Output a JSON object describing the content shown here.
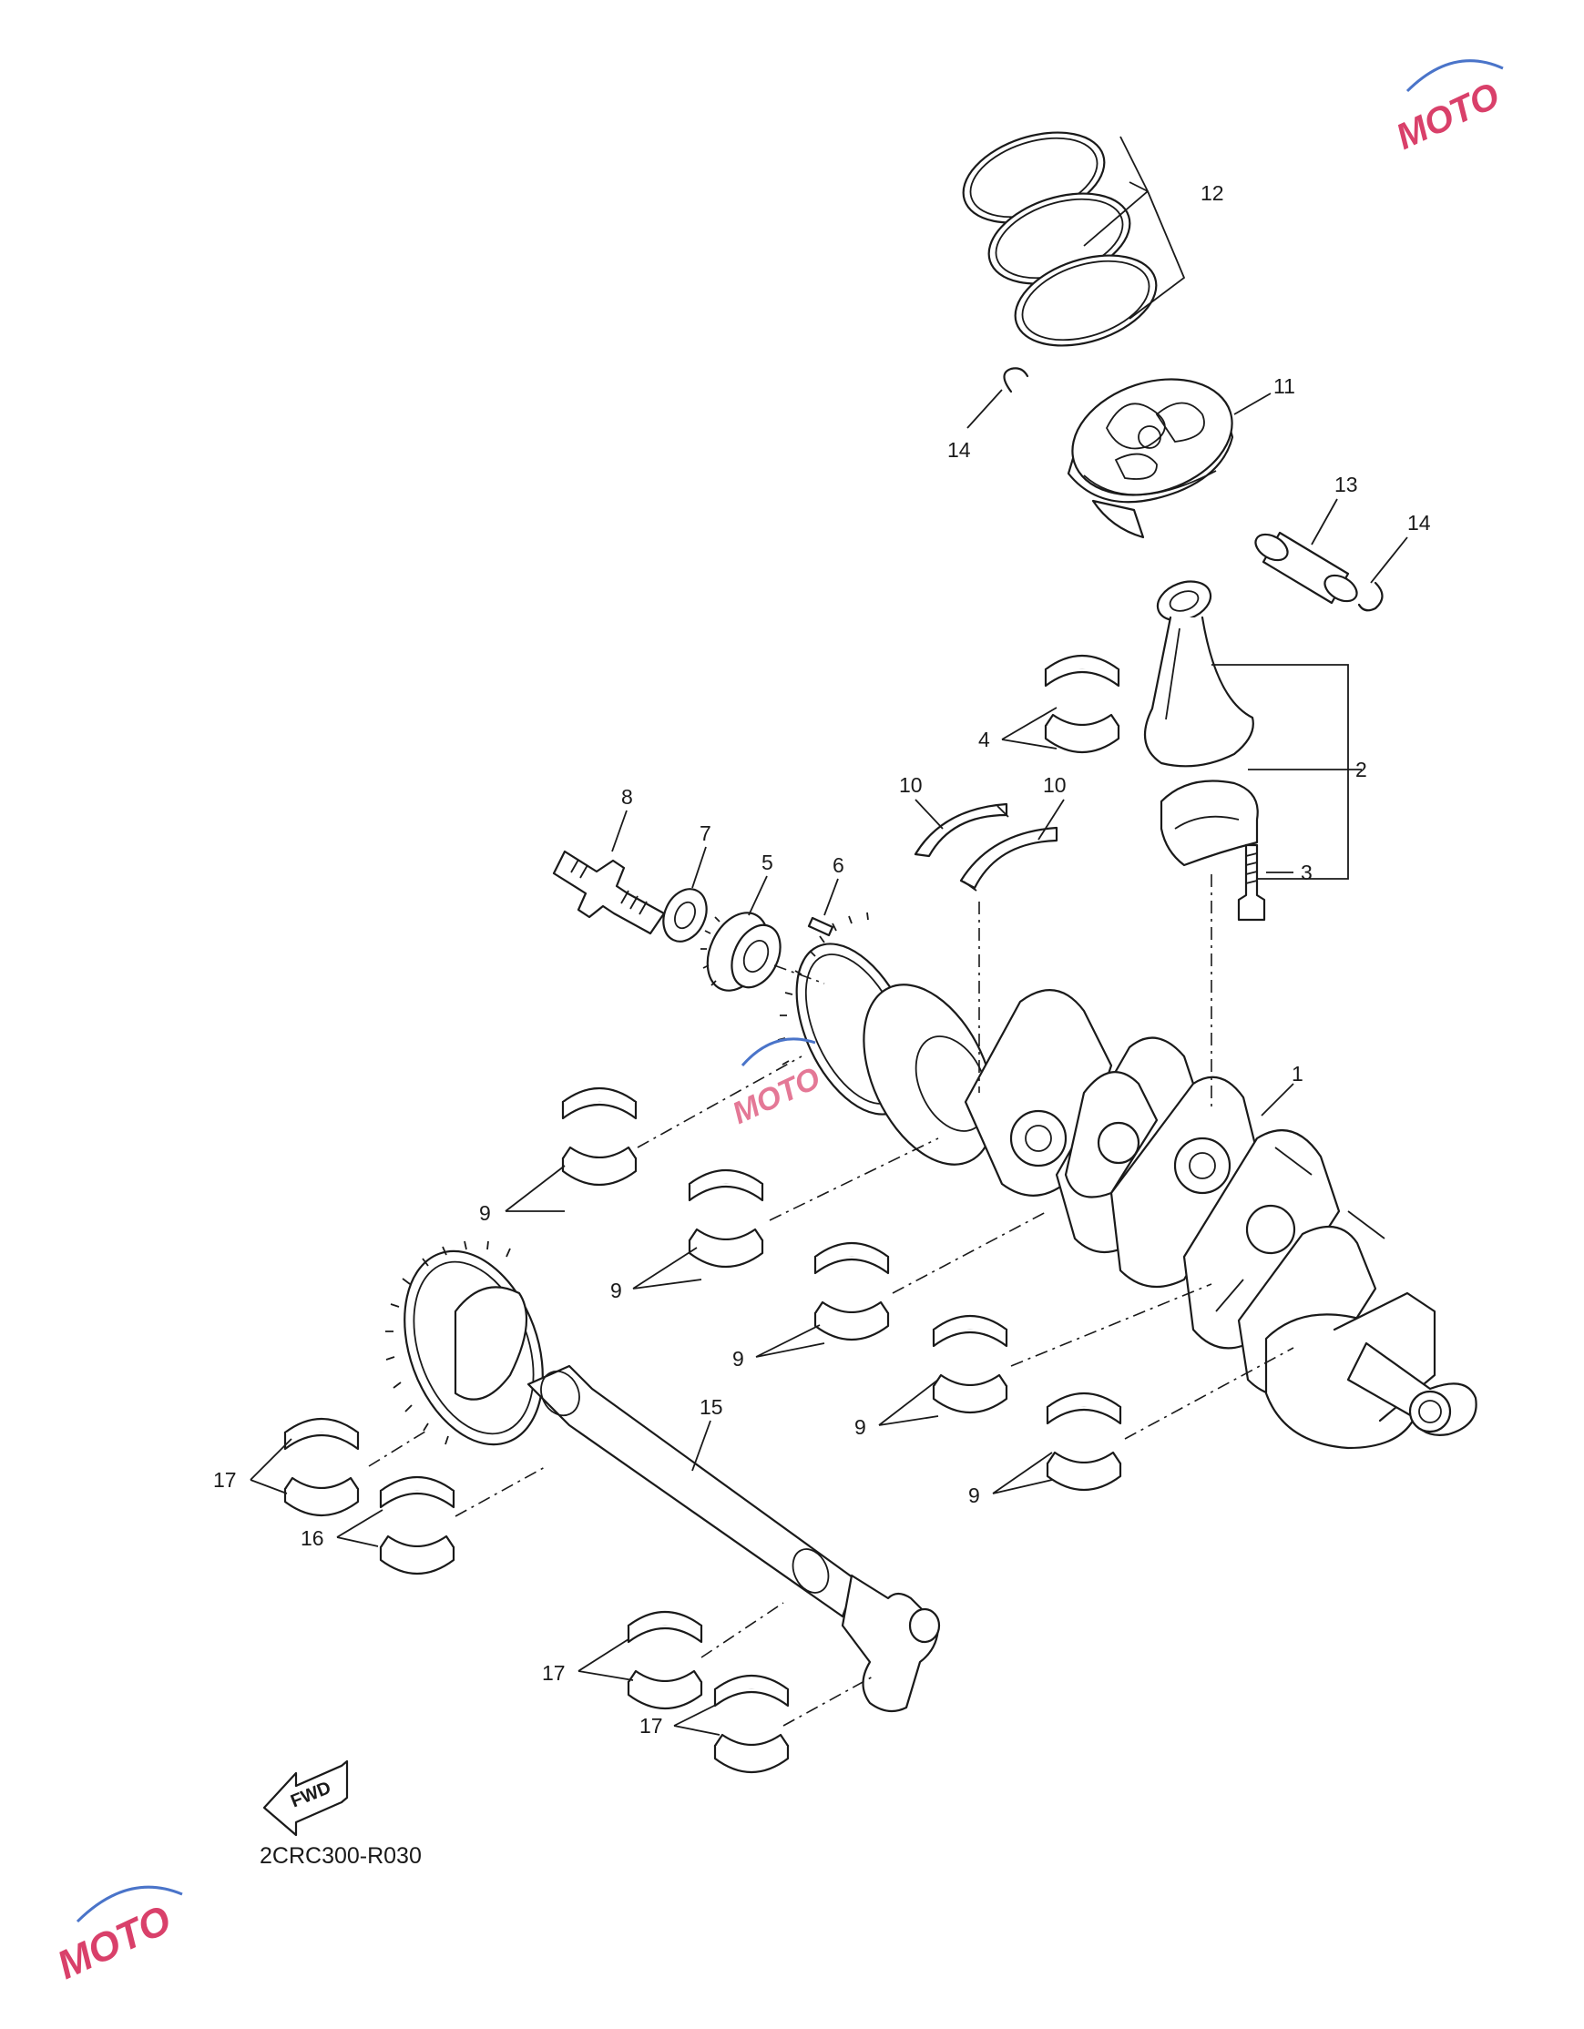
{
  "diagram": {
    "code": "2CRC300-R030",
    "fwd_label": "FWD",
    "watermark": "MOTO",
    "callouts": [
      "1",
      "2",
      "3",
      "4",
      "5",
      "6",
      "7",
      "8",
      "9",
      "10",
      "11",
      "12",
      "13",
      "14",
      "15",
      "16",
      "17"
    ]
  },
  "colors": {
    "line": "#1a1a1a",
    "background": "#ffffff",
    "watermark_red": "#d9406a",
    "watermark_blue": "#4a74c9"
  }
}
